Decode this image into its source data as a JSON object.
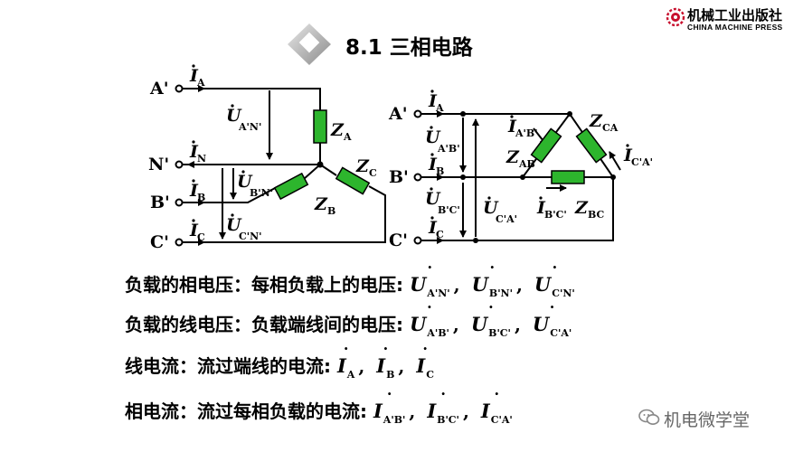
{
  "publisher": {
    "name_cn": "机械工业出版社",
    "name_en": "CHINA MACHINE PRESS"
  },
  "title": "8.1 三相电路",
  "diagram": {
    "star": {
      "nodes": [
        "A'",
        "N'",
        "B'",
        "C'"
      ],
      "currents": [
        "I",
        "I",
        "I",
        "I"
      ],
      "current_subs": [
        "A",
        "N",
        "B",
        "C"
      ],
      "voltages": [
        "U",
        "U",
        "U"
      ],
      "voltage_subs": [
        "A'N'",
        "B'N'",
        "C'N'"
      ],
      "loads": [
        "Z",
        "Z",
        "Z"
      ],
      "load_subs": [
        "A",
        "C",
        "B"
      ]
    },
    "delta": {
      "nodes": [
        "A'",
        "B'",
        "C'"
      ],
      "currents": [
        "I",
        "I",
        "I"
      ],
      "current_subs": [
        "A",
        "B",
        "C"
      ],
      "voltages": [
        "U",
        "U",
        "U"
      ],
      "voltage_subs": [
        "A'B'",
        "B'C'",
        "C'A'"
      ],
      "phase_currents": [
        "I",
        "I",
        "I"
      ],
      "phase_current_subs": [
        "A'B'",
        "B'C'",
        "C'A'"
      ],
      "loads": [
        "Z",
        "Z",
        "Z"
      ],
      "load_subs": [
        "CA",
        "AB",
        "BC"
      ]
    }
  },
  "definitions": [
    {
      "label": "负载的相电压：每相负载上的电压:",
      "symbol": "U",
      "subs": [
        "A'N'",
        "B'N'",
        "C'N'"
      ]
    },
    {
      "label": "负载的线电压：负载端线间的电压:",
      "symbol": "U",
      "subs": [
        "A'B'",
        "B'C'",
        "C'A'"
      ]
    },
    {
      "label": "线电流：流过端线的电流:",
      "symbol": "I",
      "subs": [
        "A",
        "B",
        "C"
      ]
    },
    {
      "label": "相电流：流过每相负载的电流:",
      "symbol": "I",
      "subs": [
        "A'B'",
        "B'C'",
        "C'A'"
      ]
    }
  ],
  "watermark": "机电微学堂",
  "colors": {
    "load": "#2db52d",
    "wire": "#000000",
    "accent": "#c8102e"
  }
}
